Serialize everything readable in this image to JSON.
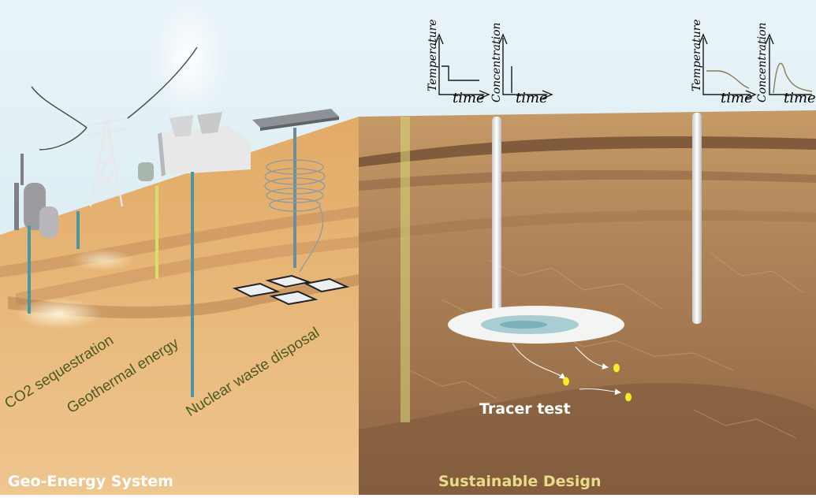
{
  "captions": {
    "left": "Geo-Energy System",
    "right": "Sustainable Design",
    "tracer": "Tracer test"
  },
  "application_labels": {
    "co2": "CO2 sequestration",
    "geothermal": "Geothermal energy",
    "nuclear": "Nuclear waste disposal"
  },
  "insets": {
    "left_pair": {
      "temperature_label": "Temperature",
      "concentration_label": "Concentration",
      "time_label": "time"
    },
    "right_pair": {
      "temperature_label": "Temperature",
      "concentration_label": "Concentration",
      "time_label": "time"
    }
  },
  "colors": {
    "sky": "#dbeef4",
    "ground_left": "#e6b574",
    "ground_right": "#a97e54",
    "caption_left": "#ffffff",
    "caption_right": "#e8dc8a",
    "label_green": "#4d5a22",
    "well_blue": "#4a97a4",
    "well_yellow": "#d7de6a",
    "tracer_dot": "#f4ec2a"
  }
}
